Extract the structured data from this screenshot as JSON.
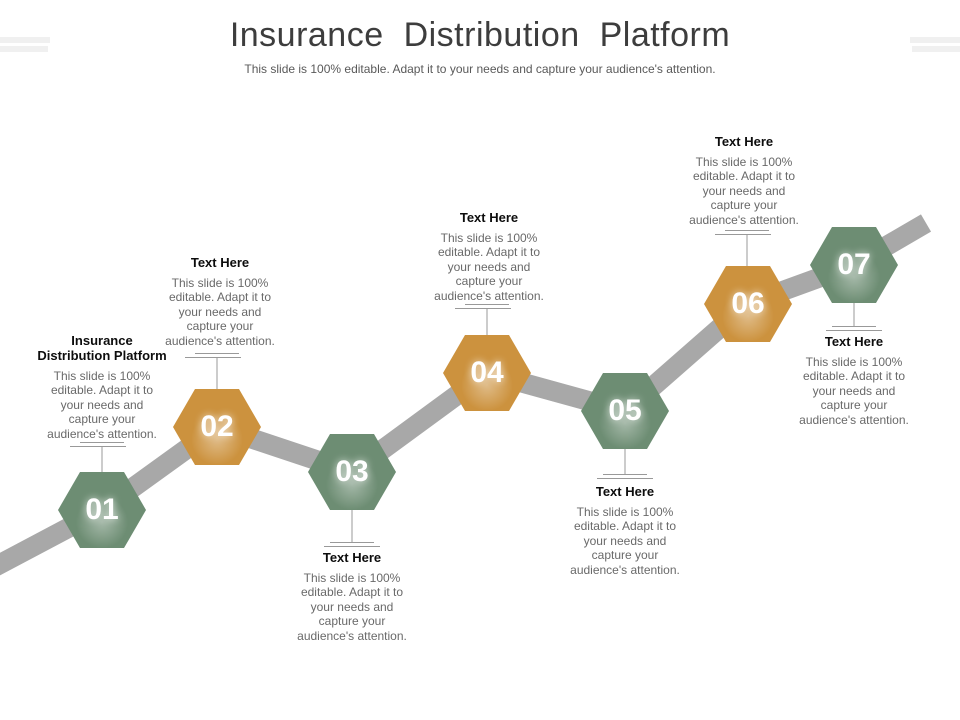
{
  "slide": {
    "title": "Insurance Distribution Platform",
    "subtitle": "This slide is 100% editable. Adapt it to your needs and capture your audience's attention."
  },
  "colors": {
    "green_hex": "#6D8D73",
    "orange_hex": "#CC923E",
    "road_gray": "#A8A8A8",
    "connector_gray": "#999999"
  },
  "milestones": [
    {
      "number": "01",
      "color": "green",
      "text_position": "above",
      "title": "Insurance\nDistribution Platform",
      "body": "This slide is 100%\neditable. Adapt it to\nyour needs and\ncapture your\naudience's attention."
    },
    {
      "number": "02",
      "color": "orange",
      "text_position": "above",
      "title": "Text Here",
      "body": "This slide is 100%\neditable. Adapt it to\nyour needs and\ncapture your\naudience's attention."
    },
    {
      "number": "03",
      "color": "green",
      "text_position": "below",
      "title": "Text Here",
      "body": "This slide is 100%\neditable. Adapt it to\nyour needs and\ncapture your\naudience's attention."
    },
    {
      "number": "04",
      "color": "orange",
      "text_position": "above",
      "title": "Text Here",
      "body": "This slide is 100%\neditable. Adapt it to\nyour needs and\ncapture your\naudience's attention."
    },
    {
      "number": "05",
      "color": "green",
      "text_position": "below",
      "title": "Text Here",
      "body": "This slide is 100%\neditable. Adapt it to\nyour needs and\ncapture your\naudience's attention."
    },
    {
      "number": "06",
      "color": "orange",
      "text_position": "above",
      "title": "Text Here",
      "body": "This slide is 100%\neditable. Adapt it to\nyour needs and\ncapture your\naudience's attention."
    },
    {
      "number": "07",
      "color": "green",
      "text_position": "below",
      "title": "Text Here",
      "body": "This slide is 100%\neditable. Adapt it to\nyour needs and\ncapture your\naudience's attention."
    }
  ]
}
